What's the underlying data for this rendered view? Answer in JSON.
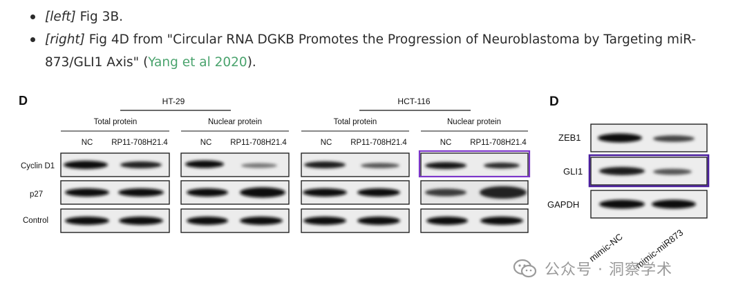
{
  "bullets": [
    {
      "em": "[left]",
      "text": " Fig 3B."
    },
    {
      "em": "[right]",
      "text": " Fig 4D from \"Circular RNA DGKB Promotes the Progression of Neuroblastoma by Targeting miR-873/GLI1 Axis\" (",
      "link": "Yang et al 2020",
      "tail": ")."
    }
  ],
  "left_figure": {
    "panel_letter": "D",
    "groups": [
      "HT-29",
      "HCT-116"
    ],
    "subgroups": [
      "Total protein",
      "Nuclear protein",
      "Total protein",
      "Nuclear protein"
    ],
    "lane_labels": [
      "NC",
      "RP11-708H21.4",
      "NC",
      "RP11-708H21.4",
      "NC",
      "RP11-708H21.4",
      "NC",
      "RP11-708H21.4"
    ],
    "rows": [
      "Cyclin D1",
      "p27",
      "Control"
    ],
    "highlight_color": "#7b35c9"
  },
  "right_figure": {
    "panel_letter": "D",
    "rows": [
      "ZEB1",
      "GLI1",
      "GAPDH"
    ],
    "lanes": [
      "mimic-NC",
      "mimic-miR873"
    ],
    "highlight_color": "#4b1f9e"
  },
  "watermark": {
    "text": "公众号 · 洞察学术",
    "icon": "wechat-icon"
  }
}
